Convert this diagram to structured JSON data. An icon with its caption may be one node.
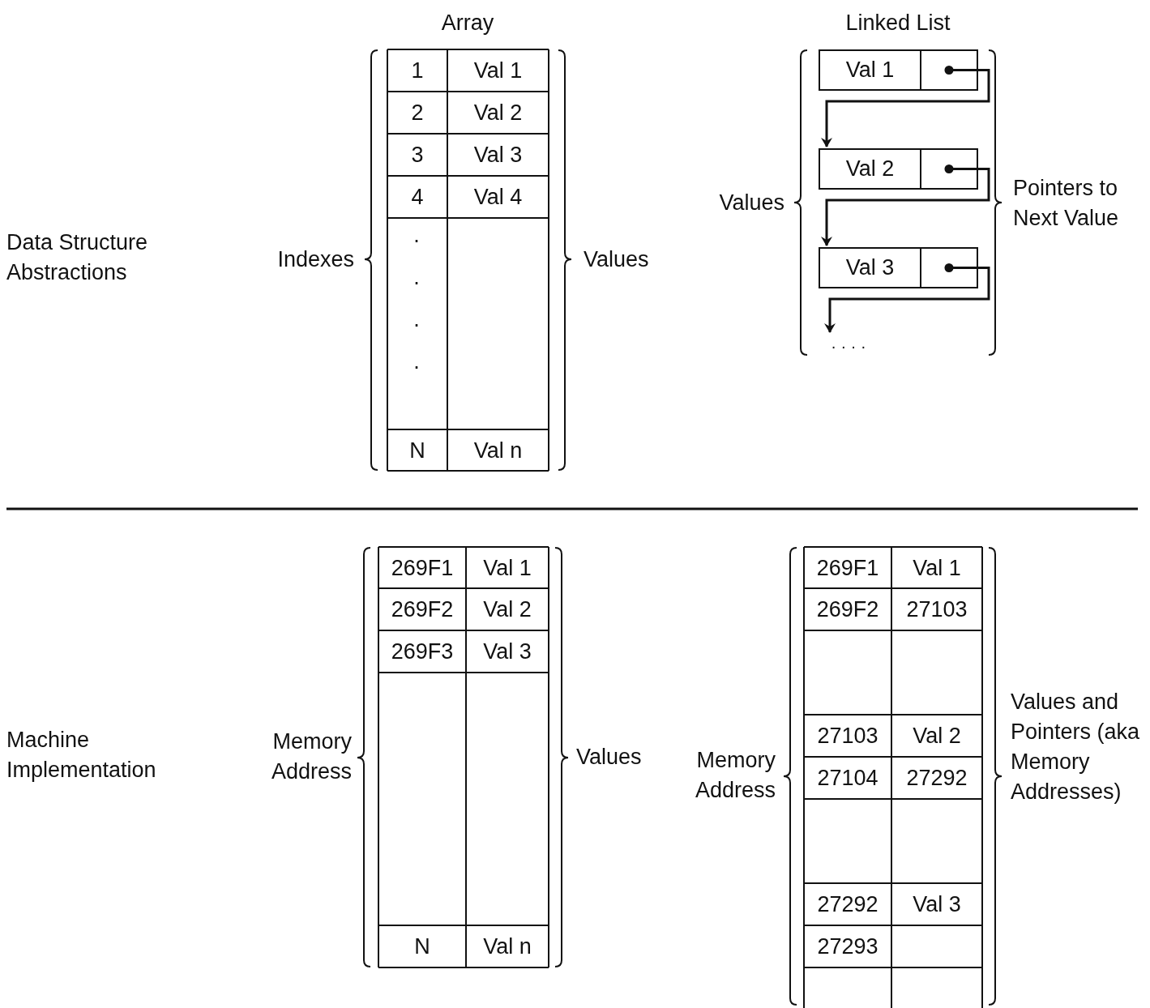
{
  "diagram": {
    "nodes": [
      {
        "text": [
          "Val 1"
        ]
      },
      {
        "text": [
          "Val 2"
        ]
      },
      {
        "text": [
          "Val 3"
        ]
      },
      {
        "text": [
          "· · · ·"
        ]
      }
    ],
    "edges": [
      {
        "from": 0,
        "to": 1,
        "arrow": "to"
      },
      {
        "from": 1,
        "to": 2,
        "arrow": "to"
      },
      {
        "from": 2,
        "to": 3,
        "arrow": "to"
      }
    ],
    "labels": [
      "Array",
      "Linked List",
      "Data Structure Abstractions",
      "Indexes",
      "1",
      "Val 1",
      "2",
      "Val 2",
      "3",
      "Val 3",
      "4",
      "Val 4",
      ".",
      ".",
      ".",
      ".",
      "N",
      "Val n",
      "Values",
      "Values",
      "Pointers to Next Value",
      "Machine Implementation",
      "Memory Address",
      "269F1",
      "Val 1",
      "269F2",
      "Val 2",
      "269F3",
      "Val 3",
      "N",
      "Val n",
      "Values",
      "Memory Address",
      "269F1",
      "Val 1",
      "269F2",
      "27103",
      "27103",
      "Val 2",
      "27104",
      "27292",
      "27292",
      "Val 3",
      "27293",
      "Values and Pointers (aka Memory Addresses)"
    ]
  }
}
